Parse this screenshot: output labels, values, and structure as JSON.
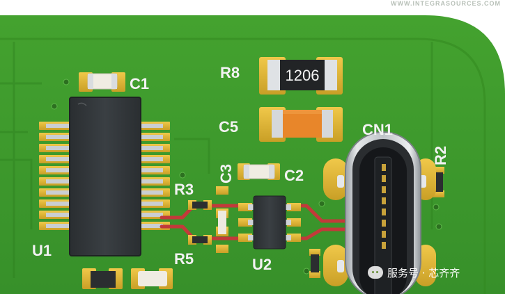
{
  "watermark_top": "WWW.INTEGRASOURCES.COM",
  "watermark_bottom": "服务号 · 芯齐齐",
  "labels": {
    "c1": "C1",
    "r8": "R8",
    "c5": "C5",
    "cn1": "CN1",
    "r2": "R2",
    "c3": "C3",
    "c2": "C2",
    "r3": "R3",
    "r5": "R5",
    "u1": "U1",
    "u2": "U2"
  },
  "r8_marking": "1206",
  "colors": {
    "board": "#3f9a2c",
    "board_dark": "#2f8120",
    "copper_pad": "#e0b838",
    "trace": "#c23a3a",
    "ic_body": "#34383b",
    "silkscreen": "#f2f2f2"
  }
}
